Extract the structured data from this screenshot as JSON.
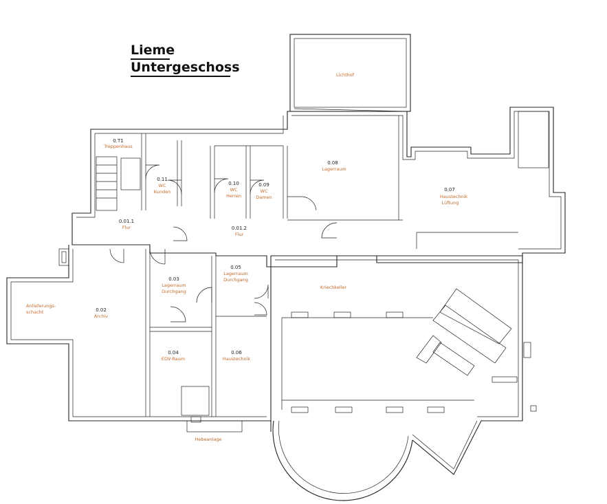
{
  "title": {
    "line1": "Lieme",
    "line2": "Untergeschoss"
  },
  "rooms": [
    {
      "id": "0.T1",
      "number": "0.T1",
      "lines": [
        "Treppenhaus"
      ]
    },
    {
      "id": "0.11",
      "number": "0.11",
      "lines": [
        "WC",
        "Kunden"
      ]
    },
    {
      "id": "0.10",
      "number": "0.10",
      "lines": [
        "WC",
        "Herren"
      ]
    },
    {
      "id": "0.09",
      "number": "0.09",
      "lines": [
        "WC",
        "Damen"
      ]
    },
    {
      "id": "0.08",
      "number": "0.08",
      "lines": [
        "Lagerraum"
      ]
    },
    {
      "id": "lichthof",
      "number": "",
      "lines": [
        "Lichthof"
      ]
    },
    {
      "id": "0.07",
      "number": "0.07",
      "lines": [
        "Haustechnik",
        "Lüftung"
      ]
    },
    {
      "id": "0.01.1",
      "number": "0.01.1",
      "lines": [
        "Flur"
      ]
    },
    {
      "id": "0.01.2",
      "number": "0.01.2",
      "lines": [
        "Flur"
      ]
    },
    {
      "id": "0.03",
      "number": "0.03",
      "lines": [
        "Lagerraum",
        "Durchgang"
      ]
    },
    {
      "id": "0.05",
      "number": "0.05",
      "lines": [
        "Lagerraum",
        "Durchgang"
      ]
    },
    {
      "id": "kriechkeller",
      "number": "",
      "lines": [
        "Kriechkeller"
      ]
    },
    {
      "id": "anlieferung",
      "number": "",
      "lines": [
        "Anlieferungs-",
        "schacht"
      ]
    },
    {
      "id": "0.02",
      "number": "0.02",
      "lines": [
        "Archiv"
      ]
    },
    {
      "id": "0.04",
      "number": "0.04",
      "lines": [
        "EDV-Raum"
      ]
    },
    {
      "id": "0.06",
      "number": "0.06",
      "lines": [
        "Haustechnik"
      ]
    },
    {
      "id": "hebeanlage",
      "number": "",
      "lines": [
        "Hebeanlage"
      ]
    }
  ]
}
